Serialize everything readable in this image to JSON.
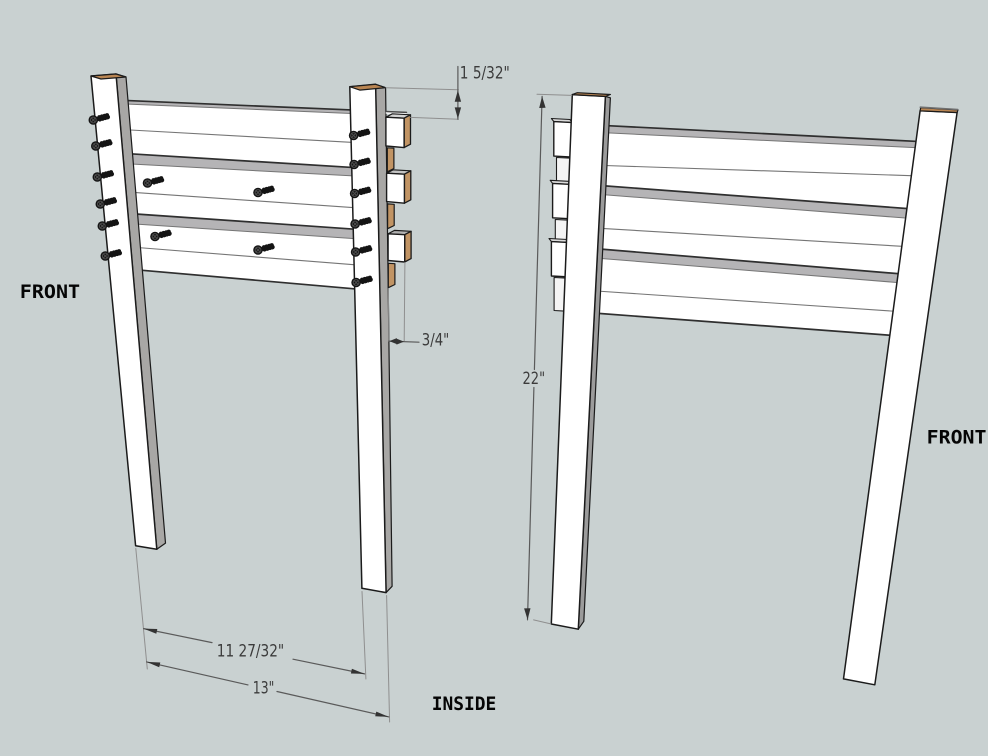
{
  "drawing": {
    "type": "sketchup-woodworking-diagram",
    "background_color": "#c9d1d1"
  },
  "labels": {
    "front_left": "FRONT",
    "inside": "INSIDE",
    "front_right": "FRONT"
  },
  "dimensions": {
    "top_offset": "1 5/32\"",
    "stub_protrusion": "3/4\"",
    "leg_length": "22\"",
    "inner_width": "11 27/32\"",
    "outer_width": "13\""
  },
  "colors": {
    "background": "#c9d1d1",
    "wood_face": "#ffffff",
    "wood_side_shadow": "#a8a7a5",
    "wood_top_band": "#b5b4b6",
    "end_grain_tan": "#c19464",
    "leg_top_tan": "#b98552",
    "outline": "#1b1b1b",
    "edge_dark": "#2f2f2f",
    "seam_line": "#757575",
    "dimension_line": "#5a5a5a",
    "extension_line": "#8f8f8f",
    "dimension_text": "#3b3b3b",
    "screw": "#141414"
  }
}
